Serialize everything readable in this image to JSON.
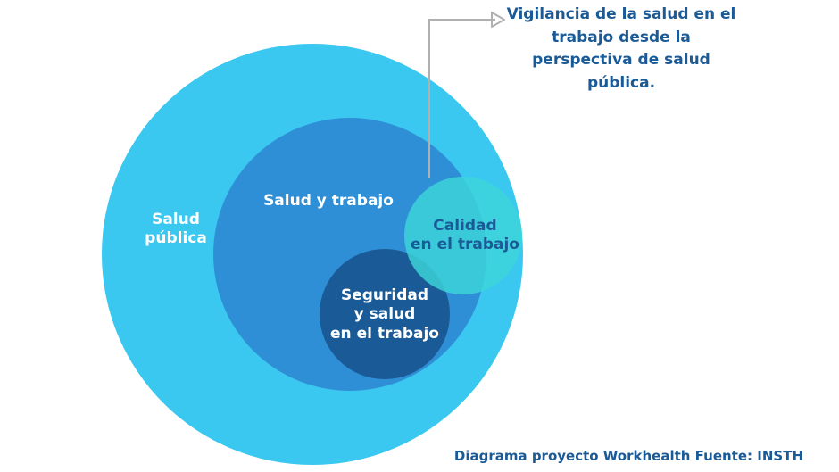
{
  "diagram": {
    "type": "nested-circles",
    "colors": {
      "outer": "#3ac8f0",
      "middle": "#2f8fd6",
      "inner": "#1a5a96",
      "calidad": "#3dd6d9",
      "text_dark": "#1a5a96",
      "arrow": "#b0b0b0"
    },
    "circles": {
      "salud_publica": {
        "label_line1": "Salud",
        "label_line2": "pública"
      },
      "salud_trabajo": {
        "label": "Salud y trabajo"
      },
      "seguridad": {
        "label_line1": "Seguridad",
        "label_line2": "y salud",
        "label_line3": "en el trabajo"
      },
      "calidad": {
        "label_line1": "Calidad",
        "label_line2": "en el trabajo"
      }
    },
    "callout": {
      "text": "Vigilancia de la salud en el\ntrabajo desde la\nperspectiva de salud\npública."
    },
    "caption": "Diagrama proyecto Workhealth Fuente: INSTH"
  }
}
